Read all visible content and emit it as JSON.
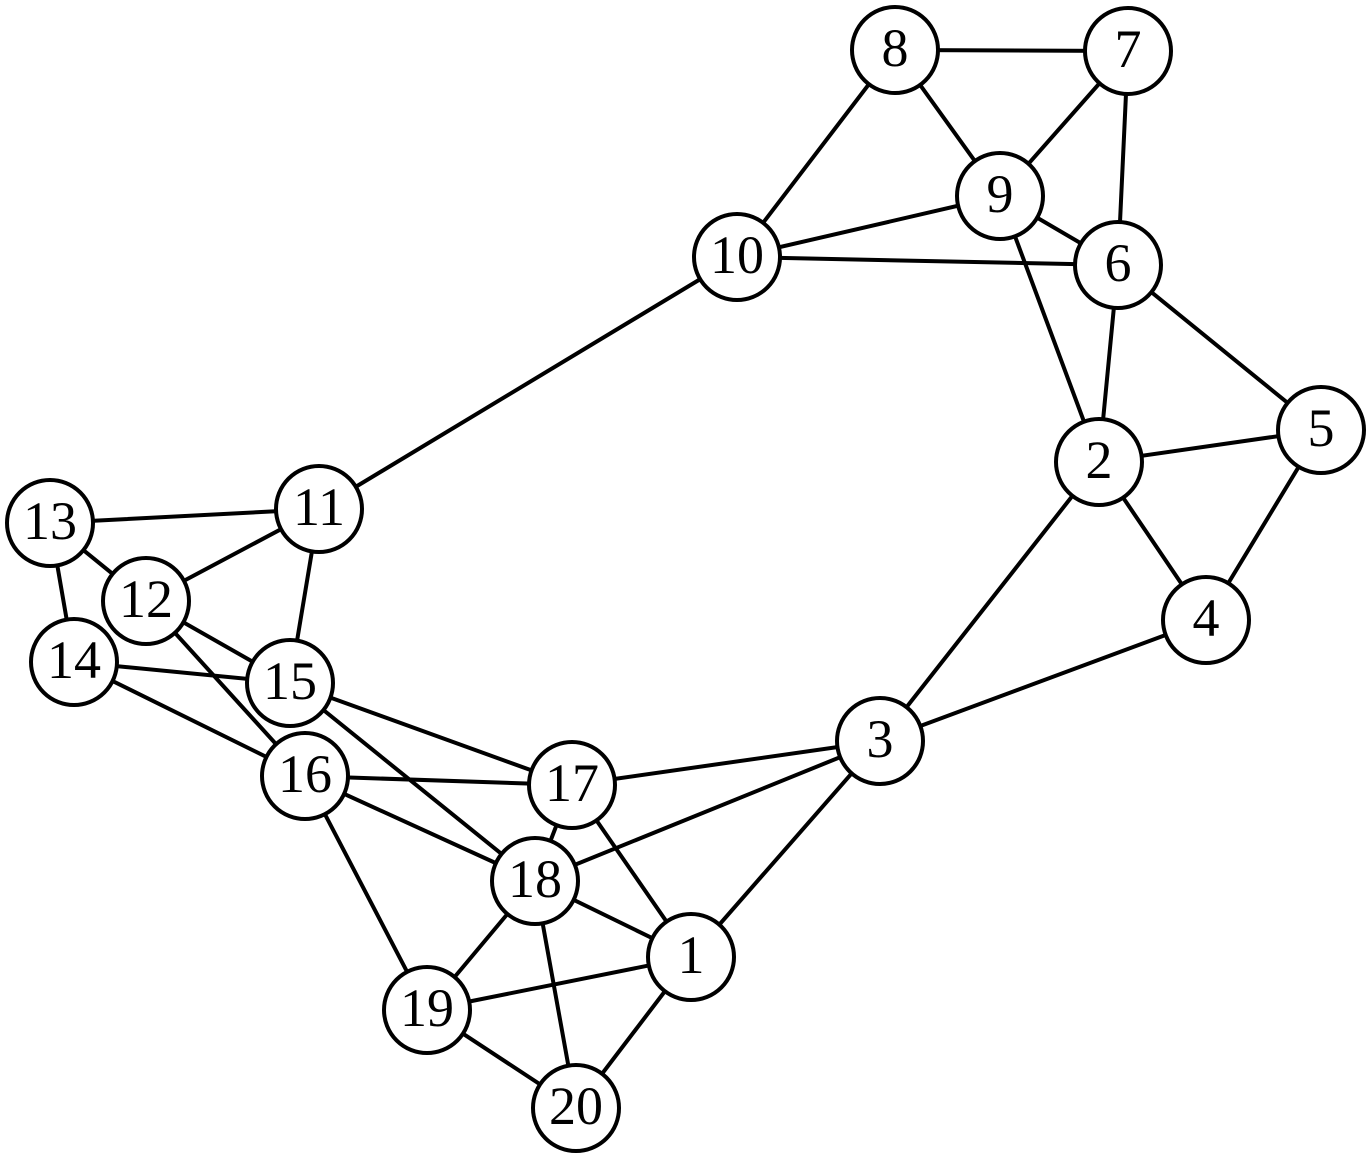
{
  "graph": {
    "nodes": [
      {
        "id": "1",
        "label": "1"
      },
      {
        "id": "2",
        "label": "2"
      },
      {
        "id": "3",
        "label": "3"
      },
      {
        "id": "4",
        "label": "4"
      },
      {
        "id": "5",
        "label": "5"
      },
      {
        "id": "6",
        "label": "6"
      },
      {
        "id": "7",
        "label": "7"
      },
      {
        "id": "8",
        "label": "8"
      },
      {
        "id": "9",
        "label": "9"
      },
      {
        "id": "10",
        "label": "10"
      },
      {
        "id": "11",
        "label": "11"
      },
      {
        "id": "12",
        "label": "12"
      },
      {
        "id": "13",
        "label": "13"
      },
      {
        "id": "14",
        "label": "14"
      },
      {
        "id": "15",
        "label": "15"
      },
      {
        "id": "16",
        "label": "16"
      },
      {
        "id": "17",
        "label": "17"
      },
      {
        "id": "18",
        "label": "18"
      },
      {
        "id": "19",
        "label": "19"
      },
      {
        "id": "20",
        "label": "20"
      }
    ],
    "edges": [
      [
        "8",
        "7"
      ],
      [
        "8",
        "9"
      ],
      [
        "8",
        "10"
      ],
      [
        "7",
        "9"
      ],
      [
        "7",
        "6"
      ],
      [
        "9",
        "6"
      ],
      [
        "9",
        "10"
      ],
      [
        "9",
        "2"
      ],
      [
        "10",
        "6"
      ],
      [
        "10",
        "11"
      ],
      [
        "6",
        "2"
      ],
      [
        "6",
        "5"
      ],
      [
        "2",
        "5"
      ],
      [
        "2",
        "4"
      ],
      [
        "2",
        "3"
      ],
      [
        "5",
        "4"
      ],
      [
        "4",
        "3"
      ],
      [
        "3",
        "17"
      ],
      [
        "3",
        "18"
      ],
      [
        "3",
        "1"
      ],
      [
        "11",
        "13"
      ],
      [
        "11",
        "12"
      ],
      [
        "11",
        "15"
      ],
      [
        "13",
        "12"
      ],
      [
        "13",
        "14"
      ],
      [
        "12",
        "15"
      ],
      [
        "12",
        "16"
      ],
      [
        "14",
        "15"
      ],
      [
        "14",
        "16"
      ],
      [
        "15",
        "17"
      ],
      [
        "15",
        "18"
      ],
      [
        "16",
        "17"
      ],
      [
        "16",
        "18"
      ],
      [
        "16",
        "19"
      ],
      [
        "17",
        "18"
      ],
      [
        "17",
        "1"
      ],
      [
        "18",
        "1"
      ],
      [
        "18",
        "19"
      ],
      [
        "18",
        "20"
      ],
      [
        "1",
        "19"
      ],
      [
        "1",
        "20"
      ],
      [
        "19",
        "20"
      ]
    ],
    "colors": {
      "stroke": "#000000",
      "node_fill": "#ffffff",
      "background": "#ffffff"
    }
  }
}
